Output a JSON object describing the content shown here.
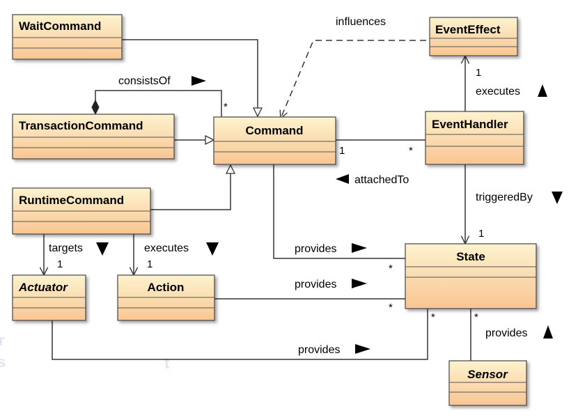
{
  "classes": {
    "wait_command": "WaitCommand",
    "transaction_command": "TransactionCommand",
    "runtime_command": "RuntimeCommand",
    "command": "Command",
    "event_effect": "EventEffect",
    "event_handler": "EventHandler",
    "state": "State",
    "actuator": "Actuator",
    "action": "Action",
    "sensor": "Sensor"
  },
  "labels": {
    "consists_of": "consistsOf",
    "influences": "influences",
    "executes_top": "executes",
    "attached_to": "attachedTo",
    "triggered_by": "triggeredBy",
    "targets": "targets",
    "executes_runtime": "executes",
    "provides_command": "provides",
    "provides_action": "provides",
    "provides_actuator": "provides",
    "provides_sensor": "provides"
  },
  "multiplicities": {
    "consists_of_star": "*",
    "executes_top_one": "1",
    "command_one": "1",
    "handler_star": "*",
    "triggered_one": "1",
    "targets_one": "1",
    "executes_runtime_one": "1",
    "state_command_star": "*",
    "state_action_star": "*",
    "state_actuator_star": "*",
    "state_sensor_star": "*"
  },
  "colors": {
    "box_top": "#fdf3cf",
    "box_bottom": "#f9c593",
    "line": "#333333"
  }
}
